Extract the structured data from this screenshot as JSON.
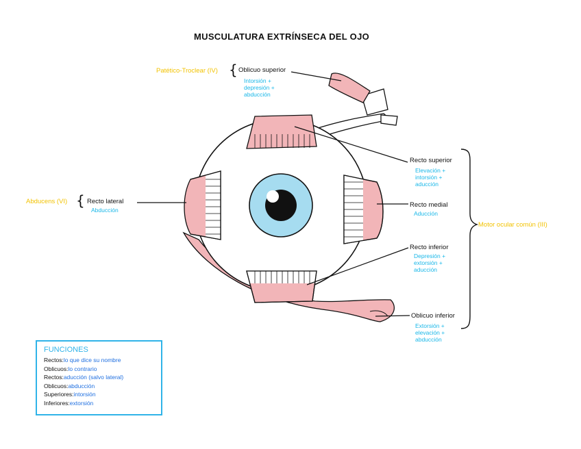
{
  "title": "MUSCULATURA EXTRÍNSECA  DEL OJO",
  "colors": {
    "muscle_fill": "#f2b5b8",
    "iris": "#a6dcf0",
    "nerve_text": "#f2c200",
    "action_text": "#19b7e8",
    "box_border": "#2fb3e8"
  },
  "nerves": {
    "troclear": "Patético-Troclear (IV)",
    "abducens": "Abducens (VI)",
    "motor_ocular": "Motor ocular común (III)"
  },
  "muscles": {
    "oblicuo_superior": {
      "name": "Oblicuo superior",
      "actions": [
        "Intorsión +",
        "depresión +",
        "abducción"
      ]
    },
    "recto_superior": {
      "name": "Recto superior",
      "actions": [
        "Elevación +",
        "intorsión +",
        "aducción"
      ]
    },
    "recto_lateral": {
      "name": "Recto lateral",
      "actions": [
        "Abducción"
      ]
    },
    "recto_medial": {
      "name": "Recto medial",
      "actions": [
        "Aducción"
      ]
    },
    "recto_inferior": {
      "name": "Recto inferior",
      "actions": [
        "Depresión +",
        "extorsión +",
        "aducción"
      ]
    },
    "oblicuo_inferior": {
      "name": "Oblicuo inferior",
      "actions": [
        "Extorsión +",
        "elevación +",
        "abducción"
      ]
    }
  },
  "funciones": {
    "title": "FUNCIONES",
    "rows": [
      {
        "key": "Rectos:",
        "value": "lo que dice su nombre"
      },
      {
        "key": "Oblicuos:",
        "value": "lo contrario"
      },
      {
        "key": "Rectos:",
        "value": "aducción (salvo lateral)"
      },
      {
        "key": "Oblicuos:",
        "value": "abducción"
      },
      {
        "key": "Superiores:",
        "value": "intorsión"
      },
      {
        "key": "Inferiores:",
        "value": "extorsión"
      }
    ]
  }
}
